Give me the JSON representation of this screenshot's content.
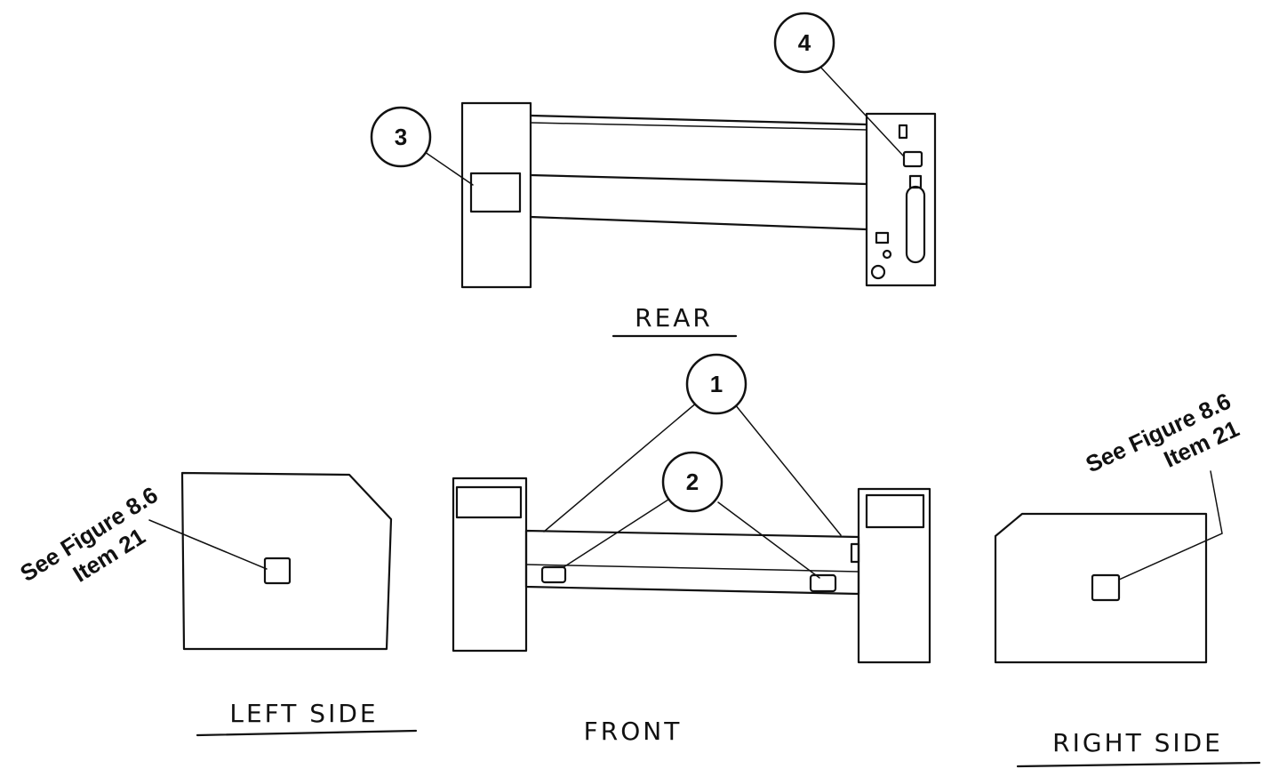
{
  "views": {
    "rear": "REAR",
    "front": "FRONT",
    "left": "LEFT SIDE",
    "right": "RIGHT SIDE"
  },
  "callouts": [
    "1",
    "2",
    "3",
    "4"
  ],
  "left_note": {
    "line1": "See Figure 8.6",
    "line2": "Item 21"
  },
  "right_note": {
    "line1": "See Figure 8.6",
    "line2": "Item 21"
  }
}
